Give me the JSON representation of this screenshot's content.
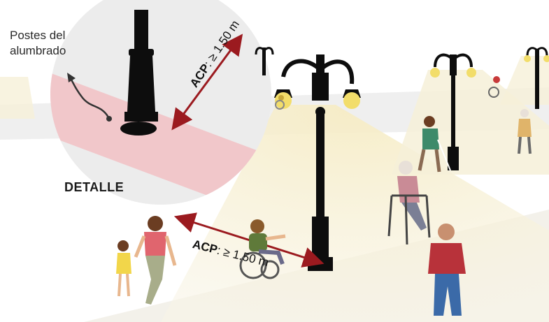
{
  "labels": {
    "poles_line1": "Postes del",
    "poles_line2": "alumbrado",
    "detail": "DETALLE",
    "acp_upper_bold": "ACP",
    "acp_upper_rest": ": ≥ 1.50 m",
    "acp_lower_bold": "ACP",
    "acp_lower_rest": ": ≥ 1.50 m"
  },
  "colors": {
    "pole": "#0d0d0d",
    "lamp_glow": "#f2dd6a",
    "light_cone": "#f7f2df",
    "detail_circle": "#ececec",
    "curb_strip": "#f1c7ca",
    "arrow": "#9b1a1f",
    "ground": "#eeeeee"
  },
  "icons": {
    "pole_detail": "pole-base-icon",
    "curved_arrow": "curved-arrow-icon",
    "street_lamp": "street-lamp-icon",
    "wheelchair_user": "wheelchair-user-icon",
    "pedestrian": "pedestrian-icon",
    "walker_user": "walker-user-icon",
    "blind_person": "white-cane-user-icon",
    "child": "child-icon",
    "elder": "elder-icon"
  }
}
